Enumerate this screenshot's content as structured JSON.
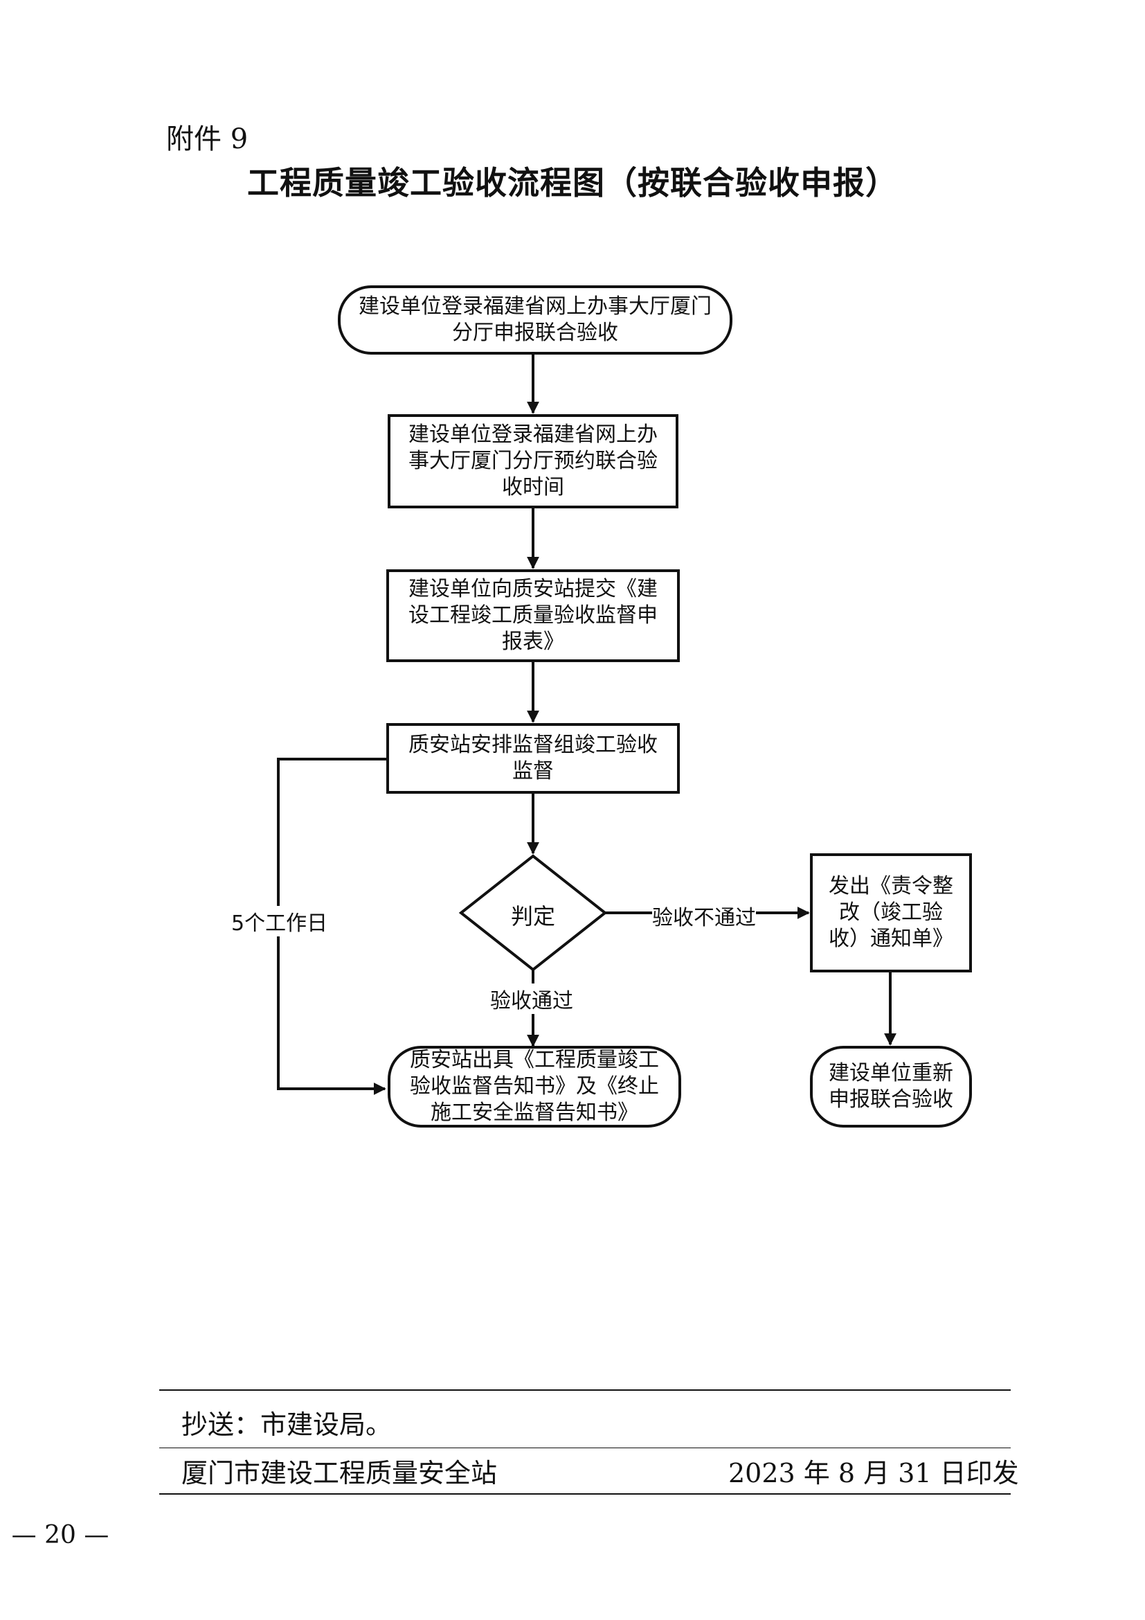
{
  "header": {
    "attachment": "附件 9",
    "title": "工程质量竣工验收流程图（按联合验收申报）"
  },
  "flow": {
    "step1": [
      "建设单位登录福建省网上办事大厅厦门",
      "分厅申报联合验收"
    ],
    "step2": [
      "建设单位登录福建省网上办",
      "事大厅厦门分厅预约联合验",
      "收时间"
    ],
    "step3": [
      "建设单位向质安站提交《建",
      "设工程竣工质量验收监督申",
      "报表》"
    ],
    "step4": [
      "质安站安排监督组竣工验收",
      "监督"
    ],
    "decision": "判定",
    "fail_label": "验收不通过",
    "pass_label": "验收通过",
    "days_label": "5个工作日",
    "fail_box": [
      "发出《责令整",
      "改（竣工验",
      "收）通知单》"
    ],
    "resubmit": [
      "建设单位重新",
      "申报联合验收"
    ],
    "final": [
      "质安站出具《工程质量竣工",
      "验收监督告知书》及《终止",
      "施工安全监督告知书》"
    ]
  },
  "footer": {
    "cc": "抄送：市建设局。",
    "issuer": "厦门市建设工程质量安全站",
    "date": "2023 年 8 月 31 日印发",
    "page": "— 20 —"
  }
}
